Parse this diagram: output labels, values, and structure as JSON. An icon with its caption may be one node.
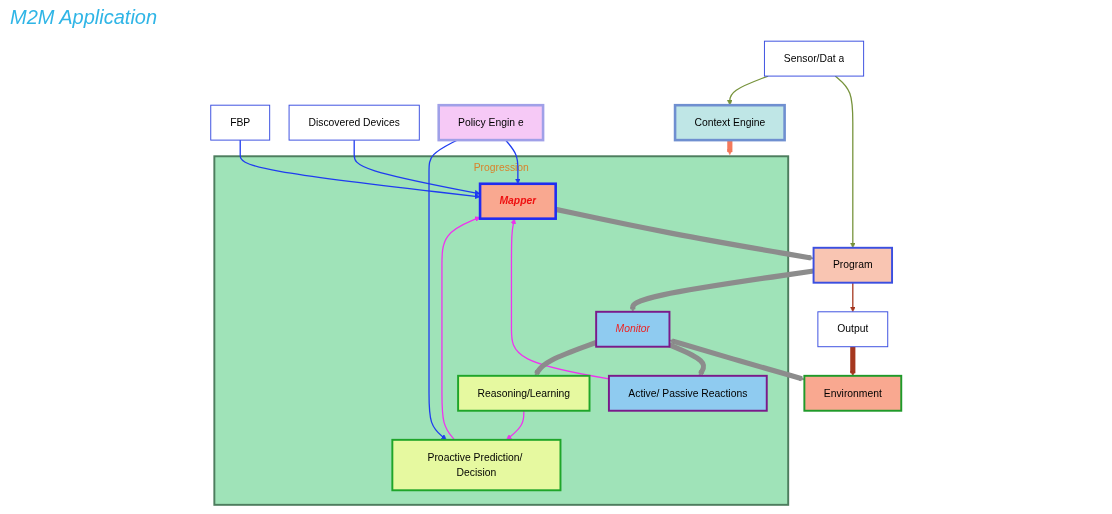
{
  "diagram": {
    "nodes": [
      {
        "text": [
          "Sensor/Dat a"
        ]
      },
      {
        "text": [
          "Program"
        ]
      },
      {
        "text": [
          "Output"
        ]
      },
      {
        "text": [
          "Context Engine"
        ]
      },
      {
        "text": [
          "Progression"
        ]
      },
      {
        "text": [
          "Mapper"
        ],
        "in": 4
      },
      {
        "text": [
          "Monitor"
        ],
        "in": 4
      },
      {
        "text": [
          "Environment"
        ]
      },
      {
        "text": [
          "FBP"
        ]
      },
      {
        "text": [
          "Discovered Devices"
        ]
      },
      {
        "text": [
          "Policy Engin e"
        ]
      },
      {
        "text": [
          "Proactive Prediction/ Decision"
        ],
        "in": 4
      },
      {
        "text": [
          "Active/ Passive Reactions"
        ],
        "in": 4
      },
      {
        "text": [
          "Reasoning/Learning"
        ],
        "in": 4
      }
    ],
    "edges": [
      {
        "from": 0,
        "to": 1,
        "arrow": "to",
        "color": "#77933c"
      },
      {
        "from": 0,
        "to": 3,
        "arrow": "to",
        "color": "#77933c"
      },
      {
        "from": 1,
        "to": 2,
        "arrow": "to",
        "color": "#a5371f"
      },
      {
        "from": 2,
        "to": 7,
        "arrow": "to",
        "color": "#a5371f",
        "style": "thick"
      },
      {
        "from": 3,
        "to": 4,
        "arrow": "to",
        "color": "#f4795b",
        "style": "thick"
      },
      {
        "from": 5,
        "to": 1,
        "arrow": "to",
        "color": "#8c8c8c",
        "style": "thick"
      },
      {
        "from": 1,
        "to": 6,
        "arrow": "to",
        "color": "#8c8c8c",
        "style": "thick"
      },
      {
        "from": 6,
        "to": 7,
        "arrow": "both",
        "color": "#8c8c8c",
        "style": "thick"
      },
      {
        "from": 8,
        "to": 5,
        "arrow": "to",
        "color": "#1f3cf0"
      },
      {
        "from": 9,
        "to": 5,
        "arrow": "to",
        "color": "#1f3cf0"
      },
      {
        "from": 10,
        "to": 5,
        "arrow": "to",
        "color": "#1f3cf0"
      },
      {
        "from": 10,
        "to": 11,
        "arrow": "to",
        "color": "#1f3cf0"
      },
      {
        "from": 11,
        "to": 5,
        "arrow": "to",
        "color": "#ee33ee"
      },
      {
        "from": 12,
        "to": 5,
        "arrow": "to",
        "color": "#ee33ee"
      },
      {
        "from": 13,
        "to": 11,
        "arrow": "to",
        "color": "#ee33ee"
      },
      {
        "from": 6,
        "to": 12,
        "arrow": "to",
        "color": "#8c8c8c",
        "style": "thick"
      },
      {
        "from": 6,
        "to": 13,
        "arrow": "to",
        "color": "#8c8c8c",
        "style": "thick"
      }
    ],
    "labels": [
      "M2M Application"
    ]
  }
}
